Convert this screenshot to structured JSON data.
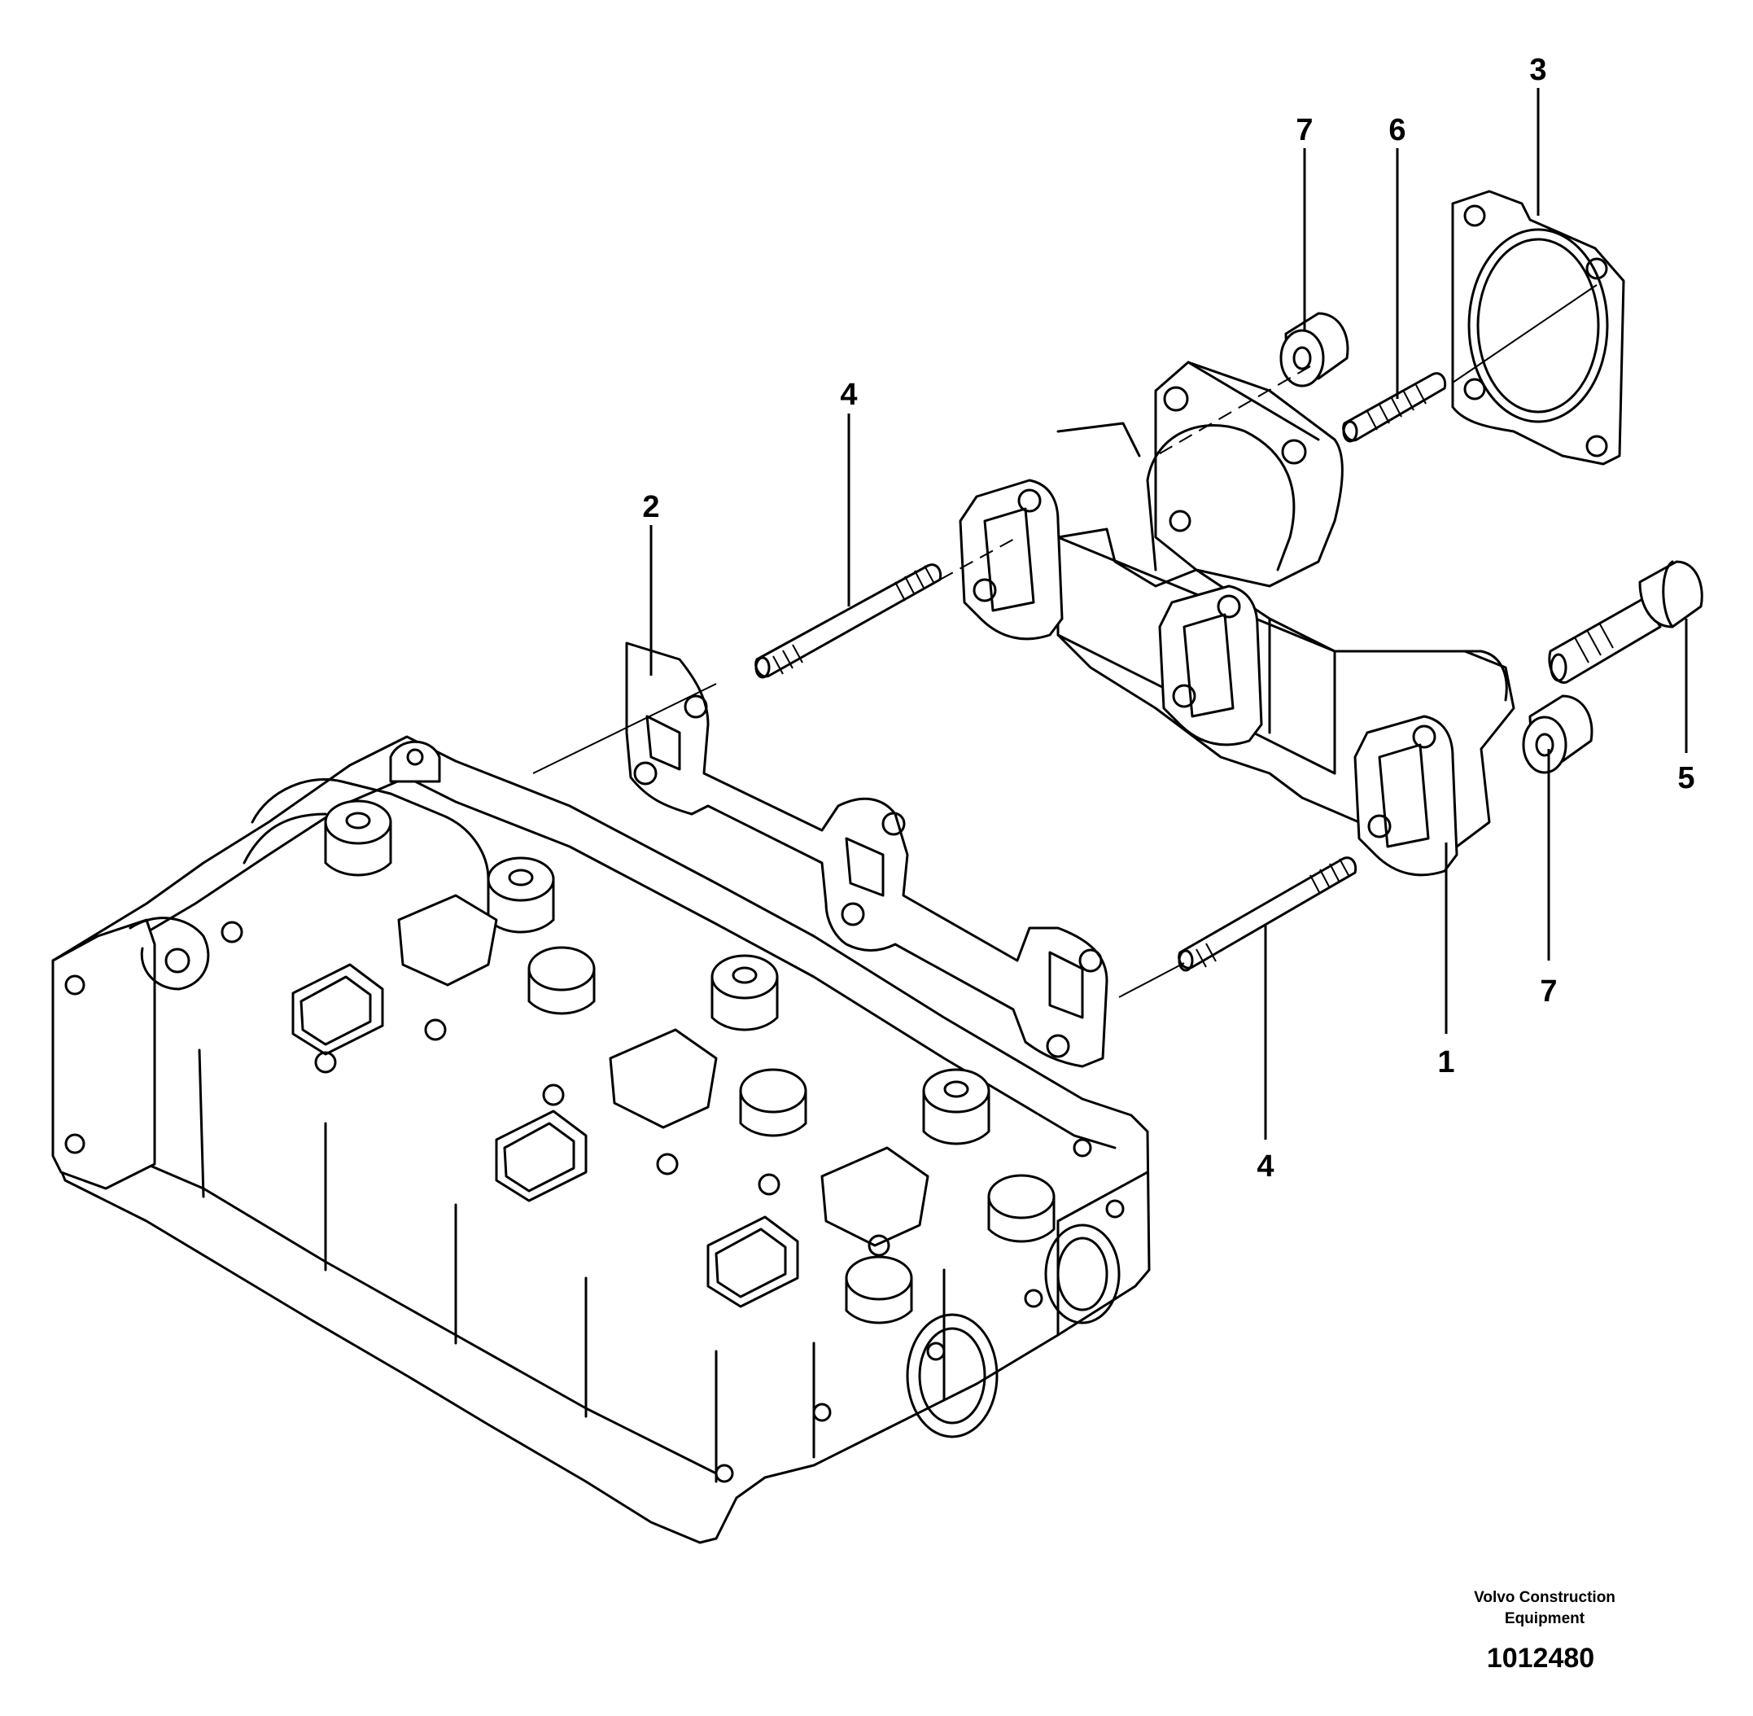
{
  "callouts": [
    {
      "id": "c3",
      "label": "3"
    },
    {
      "id": "c7a",
      "label": "7"
    },
    {
      "id": "c6",
      "label": "6"
    },
    {
      "id": "c4a",
      "label": "4"
    },
    {
      "id": "c2",
      "label": "2"
    },
    {
      "id": "c5",
      "label": "5"
    },
    {
      "id": "c7b",
      "label": "7"
    },
    {
      "id": "c1",
      "label": "1"
    },
    {
      "id": "c4b",
      "label": "4"
    }
  ],
  "publisher": {
    "line1": "Volvo Construction",
    "line2": "Equipment"
  },
  "drawing_number": "1012480"
}
